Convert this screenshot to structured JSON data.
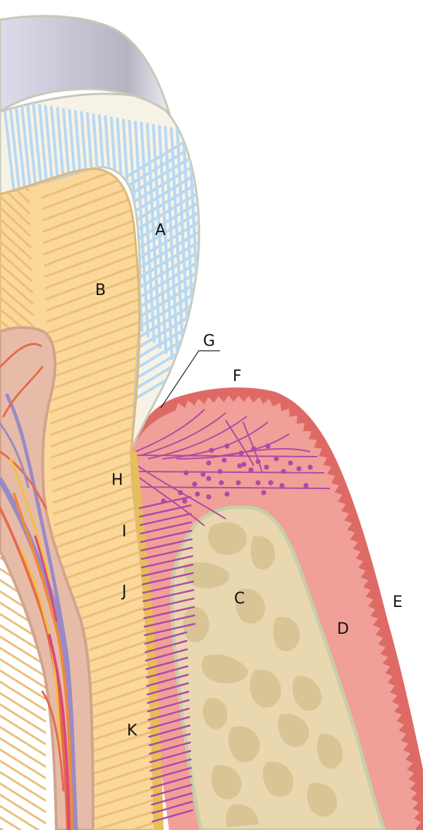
{
  "diagram": {
    "labels": {
      "a": "A",
      "b": "B",
      "c": "C",
      "d": "D",
      "e": "E",
      "f": "F",
      "g": "G",
      "h": "H",
      "i": "I",
      "j": "J",
      "k": "K"
    },
    "colors": {
      "enamel": "#f6f3e6",
      "enamel_rods": "#b9d8f2",
      "dentin": "#fbd79a",
      "dentin_tubules": "#e9c07a",
      "pulp": "#e6bca8",
      "bone": "#e9d7b0",
      "bone_marrow": "#d9c496",
      "gingiva_connective": "#f0a098",
      "gingiva_epithelium": "#de6a66",
      "fibers": "#b04aa4",
      "cementum": "#e6bf58",
      "crown_cap": "#c0c0cc"
    }
  }
}
